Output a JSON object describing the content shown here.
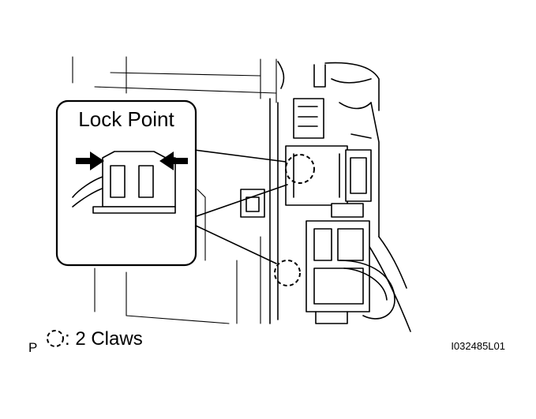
{
  "callout": {
    "title": "Lock Point"
  },
  "legend": {
    "symbol_prefix": "P",
    "text": ": 2 Claws"
  },
  "figure_id": "I032485L01"
}
